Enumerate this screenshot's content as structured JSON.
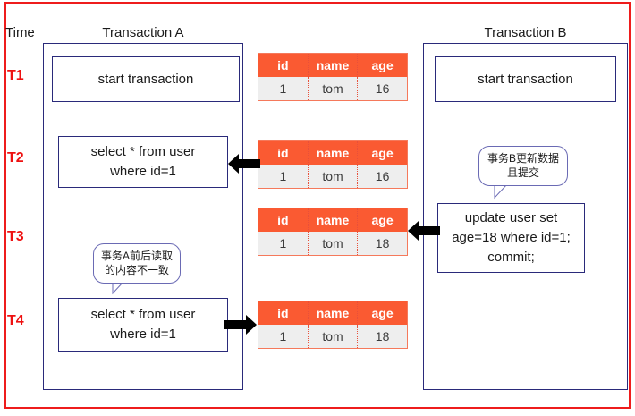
{
  "frame": {
    "border_color": "#ee1c1c"
  },
  "axis": {
    "time_label": "Time",
    "ticks": [
      {
        "label": "T1"
      },
      {
        "label": "T2"
      },
      {
        "label": "T3"
      },
      {
        "label": "T4"
      }
    ],
    "tick_color": "#ee1111"
  },
  "lanes": [
    {
      "id": "a",
      "title": "Transaction A"
    },
    {
      "id": "b",
      "title": "Transaction B"
    }
  ],
  "statements": {
    "a_t1": "start transaction",
    "a_t2_line1": "select * from user",
    "a_t2_line2": "where id=1",
    "a_t4_line1": "select * from user",
    "a_t4_line2": "where id=1",
    "b_t1": "start transaction",
    "b_t3_line1": "update user set",
    "b_t3_line2": "age=18 where id=1;",
    "b_t3_line3": "commit;"
  },
  "notes": {
    "a_note_line1": "事务A前后读取",
    "a_note_line2": "的内容不一致",
    "b_note_line1": "事务B更新数据",
    "b_note_line2": "且提交"
  },
  "table": {
    "columns": [
      "id",
      "name",
      "age"
    ],
    "header_bg": "#fa5a32",
    "row_bg": "#eeeeee",
    "border_color": "#f5795b",
    "snapshots": [
      {
        "tick": "T1",
        "row": [
          "1",
          "tom",
          "16"
        ]
      },
      {
        "tick": "T2",
        "row": [
          "1",
          "tom",
          "16"
        ]
      },
      {
        "tick": "T3",
        "row": [
          "1",
          "tom",
          "18"
        ]
      },
      {
        "tick": "T4",
        "row": [
          "1",
          "tom",
          "18"
        ]
      }
    ]
  },
  "arrows": [
    {
      "tick": "T2",
      "direction": "left"
    },
    {
      "tick": "T3",
      "direction": "left"
    },
    {
      "tick": "T4",
      "direction": "right"
    }
  ]
}
